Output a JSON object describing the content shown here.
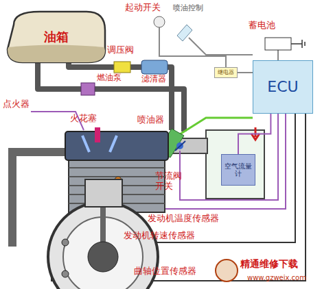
{
  "diagram": {
    "nodes": [
      {
        "text": [
          "油箱"
        ]
      },
      {
        "text": [
          "继电器"
        ]
      },
      {
        "text": [
          "ECU"
        ]
      },
      {
        "text": [
          "空气流量计"
        ]
      }
    ],
    "edges": [
      {
        "from": 1,
        "to": 2,
        "arrow": "none"
      },
      {
        "from": 3,
        "to": 2,
        "arrow": "none"
      }
    ],
    "labels": [
      "起动开关",
      "喷油控制",
      "蓄电池",
      "调压阀",
      "燃油泵",
      "滤清器",
      "点火器",
      "火花塞",
      "喷油器",
      "节流阀 开关",
      "发动机温度传感器",
      "发动机转速传感器",
      "曲轴位置传感器",
      "精通维修下载",
      "www.gzweix.com"
    ]
  }
}
